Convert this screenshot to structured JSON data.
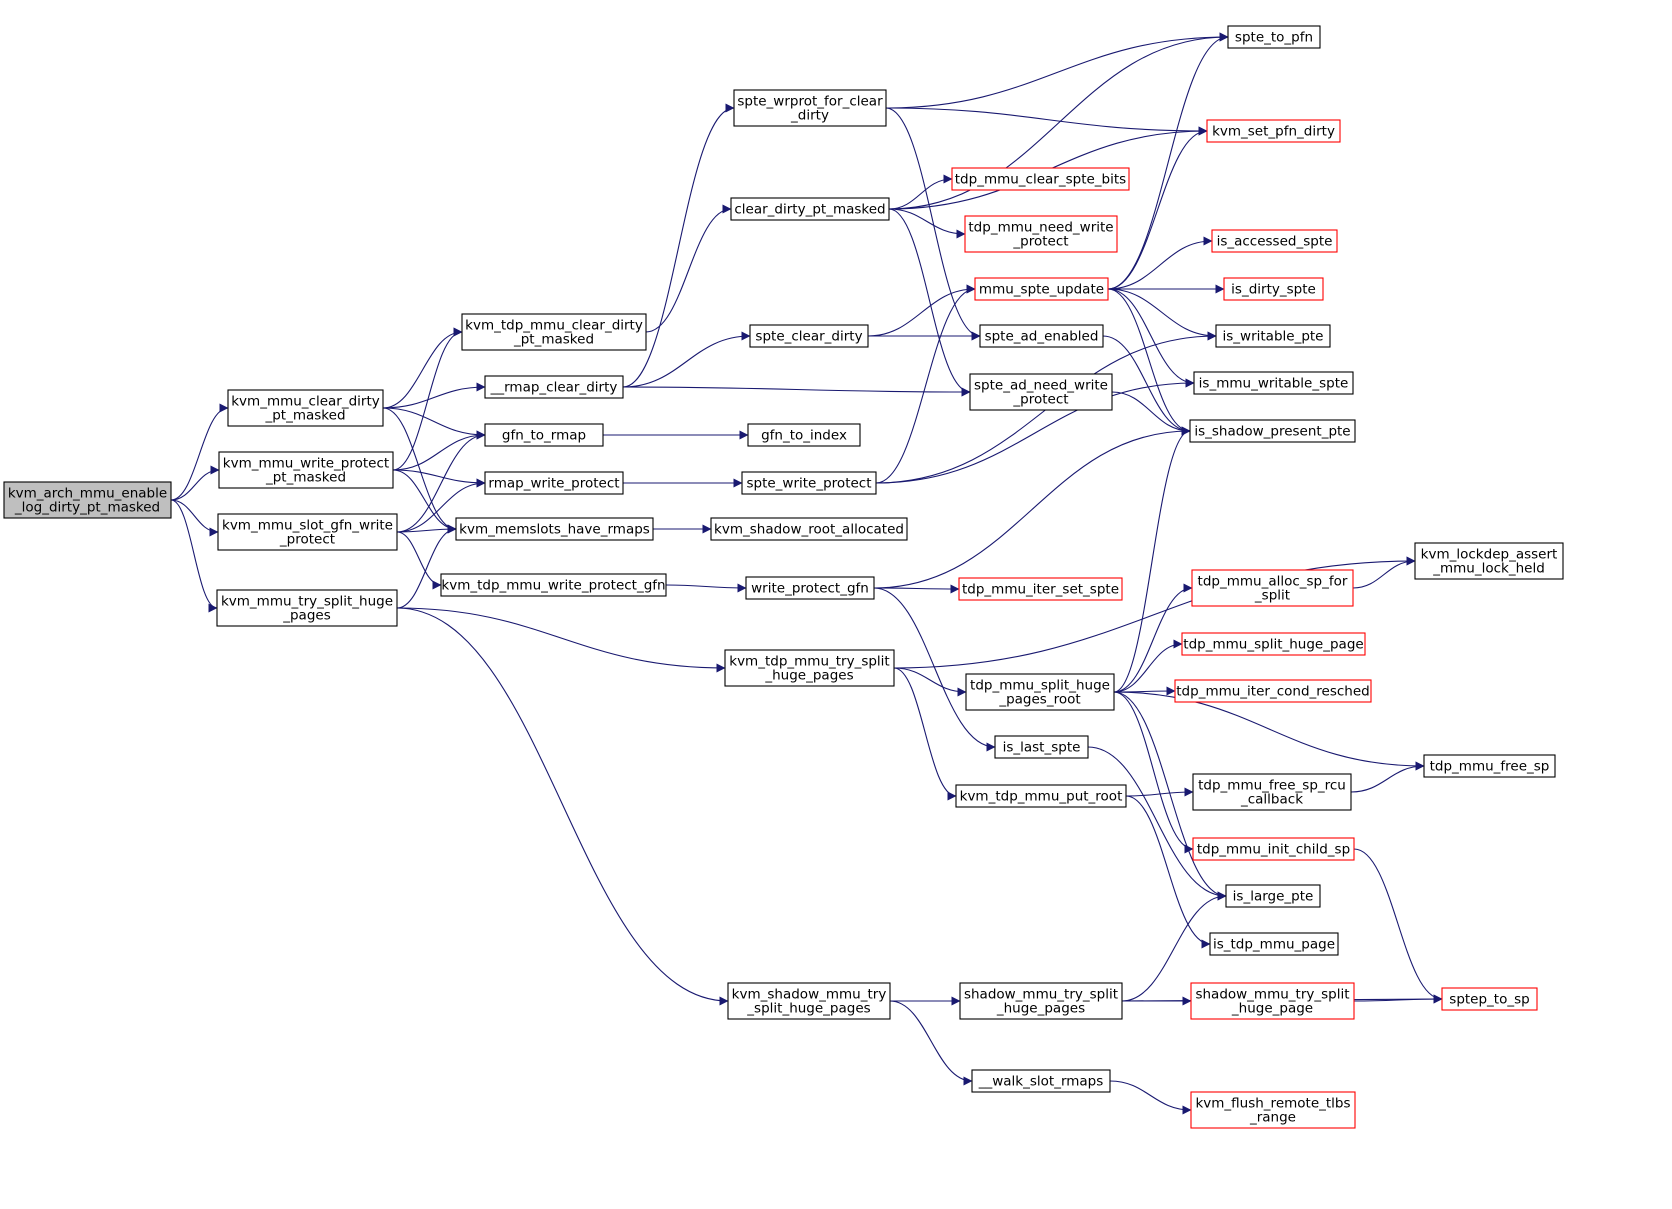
{
  "colors": {
    "edge": "#191970",
    "arrowhead": "#191970",
    "node_border": "#000000",
    "node_border_truncated": "#ff0000",
    "node_fill": "#ffffff",
    "root_fill": "#bfbfbf"
  },
  "root": "kvm_arch_mmu_enable_log_dirty_pt_masked",
  "nodes": [
    {
      "id": "root",
      "lines": [
        "kvm_arch_mmu_enable",
        "_log_dirty_pt_masked"
      ],
      "style": "root"
    },
    {
      "id": "clear_dirty",
      "lines": [
        "kvm_mmu_clear_dirty",
        "_pt_masked"
      ],
      "style": "normal"
    },
    {
      "id": "write_protect",
      "lines": [
        "kvm_mmu_write_protect",
        "_pt_masked"
      ],
      "style": "normal"
    },
    {
      "id": "slot_gfn",
      "lines": [
        "kvm_mmu_slot_gfn_write",
        "_protect"
      ],
      "style": "normal"
    },
    {
      "id": "try_split",
      "lines": [
        "kvm_mmu_try_split_huge",
        "_pages"
      ],
      "style": "normal"
    },
    {
      "id": "tdp_clear_dirty",
      "lines": [
        "kvm_tdp_mmu_clear_dirty",
        "_pt_masked"
      ],
      "style": "normal"
    },
    {
      "id": "rmap_clear_dirty",
      "lines": [
        "__rmap_clear_dirty"
      ],
      "style": "normal"
    },
    {
      "id": "gfn_to_rmap",
      "lines": [
        "gfn_to_rmap"
      ],
      "style": "normal"
    },
    {
      "id": "rmap_write_protect",
      "lines": [
        "rmap_write_protect"
      ],
      "style": "normal"
    },
    {
      "id": "memslots_rmaps",
      "lines": [
        "kvm_memslots_have_rmaps"
      ],
      "style": "normal"
    },
    {
      "id": "tdp_wp_gfn",
      "lines": [
        "kvm_tdp_mmu_write_protect_gfn"
      ],
      "style": "normal"
    },
    {
      "id": "spte_wrprot",
      "lines": [
        "spte_wrprot_for_clear",
        "_dirty"
      ],
      "style": "normal"
    },
    {
      "id": "clear_dirty_pt",
      "lines": [
        "clear_dirty_pt_masked"
      ],
      "style": "normal"
    },
    {
      "id": "spte_clear_dirty",
      "lines": [
        "spte_clear_dirty"
      ],
      "style": "normal"
    },
    {
      "id": "gfn_to_index",
      "lines": [
        "gfn_to_index"
      ],
      "style": "normal"
    },
    {
      "id": "spte_write_protect",
      "lines": [
        "spte_write_protect"
      ],
      "style": "normal"
    },
    {
      "id": "shadow_root_alloc",
      "lines": [
        "kvm_shadow_root_allocated"
      ],
      "style": "normal"
    },
    {
      "id": "write_protect_gfn",
      "lines": [
        "write_protect_gfn"
      ],
      "style": "normal"
    },
    {
      "id": "tdp_try_split",
      "lines": [
        "kvm_tdp_mmu_try_split",
        "_huge_pages"
      ],
      "style": "normal"
    },
    {
      "id": "shadow_try_split",
      "lines": [
        "kvm_shadow_mmu_try",
        "_split_huge_pages"
      ],
      "style": "normal"
    },
    {
      "id": "clear_spte_bits",
      "lines": [
        "tdp_mmu_clear_spte_bits"
      ],
      "style": "truncated"
    },
    {
      "id": "need_write_protect",
      "lines": [
        "tdp_mmu_need_write",
        "_protect"
      ],
      "style": "truncated"
    },
    {
      "id": "mmu_spte_update",
      "lines": [
        "mmu_spte_update"
      ],
      "style": "truncated"
    },
    {
      "id": "spte_ad_enabled",
      "lines": [
        "spte_ad_enabled"
      ],
      "style": "normal"
    },
    {
      "id": "spte_ad_need_wp",
      "lines": [
        "spte_ad_need_write",
        "_protect"
      ],
      "style": "normal"
    },
    {
      "id": "iter_set_spte",
      "lines": [
        "tdp_mmu_iter_set_spte"
      ],
      "style": "truncated"
    },
    {
      "id": "split_root",
      "lines": [
        "tdp_mmu_split_huge",
        "_pages_root"
      ],
      "style": "normal"
    },
    {
      "id": "is_last_spte",
      "lines": [
        "is_last_spte"
      ],
      "style": "normal"
    },
    {
      "id": "put_root",
      "lines": [
        "kvm_tdp_mmu_put_root"
      ],
      "style": "normal"
    },
    {
      "id": "shadow_mmu_try_split",
      "lines": [
        "shadow_mmu_try_split",
        "_huge_pages"
      ],
      "style": "normal"
    },
    {
      "id": "walk_slot_rmaps",
      "lines": [
        "__walk_slot_rmaps"
      ],
      "style": "normal"
    },
    {
      "id": "spte_to_pfn",
      "lines": [
        "spte_to_pfn"
      ],
      "style": "normal"
    },
    {
      "id": "set_pfn_dirty",
      "lines": [
        "kvm_set_pfn_dirty"
      ],
      "style": "truncated"
    },
    {
      "id": "is_accessed_spte",
      "lines": [
        "is_accessed_spte"
      ],
      "style": "truncated"
    },
    {
      "id": "is_dirty_spte",
      "lines": [
        "is_dirty_spte"
      ],
      "style": "truncated"
    },
    {
      "id": "is_writable_pte",
      "lines": [
        "is_writable_pte"
      ],
      "style": "normal"
    },
    {
      "id": "is_mmu_writable",
      "lines": [
        "is_mmu_writable_spte"
      ],
      "style": "normal"
    },
    {
      "id": "is_shadow_present",
      "lines": [
        "is_shadow_present_pte"
      ],
      "style": "normal"
    },
    {
      "id": "alloc_sp",
      "lines": [
        "tdp_mmu_alloc_sp_for",
        "_split"
      ],
      "style": "truncated"
    },
    {
      "id": "split_huge_page",
      "lines": [
        "tdp_mmu_split_huge_page"
      ],
      "style": "truncated"
    },
    {
      "id": "iter_cond_resched",
      "lines": [
        "tdp_mmu_iter_cond_resched"
      ],
      "style": "truncated"
    },
    {
      "id": "free_sp_rcu",
      "lines": [
        "tdp_mmu_free_sp_rcu",
        "_callback"
      ],
      "style": "normal"
    },
    {
      "id": "init_child_sp",
      "lines": [
        "tdp_mmu_init_child_sp"
      ],
      "style": "truncated"
    },
    {
      "id": "is_large_pte",
      "lines": [
        "is_large_pte"
      ],
      "style": "normal"
    },
    {
      "id": "is_tdp_mmu_page",
      "lines": [
        "is_tdp_mmu_page"
      ],
      "style": "normal"
    },
    {
      "id": "shadow_split_page",
      "lines": [
        "shadow_mmu_try_split",
        "_huge_page"
      ],
      "style": "truncated"
    },
    {
      "id": "flush_tlbs",
      "lines": [
        "kvm_flush_remote_tlbs",
        "_range"
      ],
      "style": "truncated"
    },
    {
      "id": "lockdep",
      "lines": [
        "kvm_lockdep_assert",
        "_mmu_lock_held"
      ],
      "style": "normal"
    },
    {
      "id": "free_sp",
      "lines": [
        "tdp_mmu_free_sp"
      ],
      "style": "normal"
    },
    {
      "id": "sptep_to_sp",
      "lines": [
        "sptep_to_sp"
      ],
      "style": "truncated"
    }
  ],
  "edges": [
    [
      "root",
      "clear_dirty"
    ],
    [
      "root",
      "write_protect"
    ],
    [
      "root",
      "slot_gfn"
    ],
    [
      "root",
      "try_split"
    ],
    [
      "clear_dirty",
      "tdp_clear_dirty"
    ],
    [
      "clear_dirty",
      "rmap_clear_dirty"
    ],
    [
      "clear_dirty",
      "gfn_to_rmap"
    ],
    [
      "clear_dirty",
      "memslots_rmaps"
    ],
    [
      "write_protect",
      "tdp_clear_dirty"
    ],
    [
      "write_protect",
      "gfn_to_rmap"
    ],
    [
      "write_protect",
      "rmap_write_protect"
    ],
    [
      "write_protect",
      "memslots_rmaps"
    ],
    [
      "slot_gfn",
      "gfn_to_rmap"
    ],
    [
      "slot_gfn",
      "rmap_write_protect"
    ],
    [
      "slot_gfn",
      "memslots_rmaps"
    ],
    [
      "slot_gfn",
      "tdp_wp_gfn"
    ],
    [
      "try_split",
      "memslots_rmaps"
    ],
    [
      "try_split",
      "tdp_try_split"
    ],
    [
      "try_split",
      "shadow_try_split"
    ],
    [
      "tdp_clear_dirty",
      "clear_dirty_pt"
    ],
    [
      "rmap_clear_dirty",
      "spte_wrprot"
    ],
    [
      "rmap_clear_dirty",
      "spte_clear_dirty"
    ],
    [
      "rmap_clear_dirty",
      "spte_ad_need_wp"
    ],
    [
      "gfn_to_rmap",
      "gfn_to_index"
    ],
    [
      "rmap_write_protect",
      "spte_write_protect"
    ],
    [
      "memslots_rmaps",
      "shadow_root_alloc"
    ],
    [
      "tdp_wp_gfn",
      "write_protect_gfn"
    ],
    [
      "spte_wrprot",
      "spte_to_pfn"
    ],
    [
      "spte_wrprot",
      "set_pfn_dirty"
    ],
    [
      "spte_wrprot",
      "spte_ad_enabled"
    ],
    [
      "clear_dirty_pt",
      "spte_to_pfn"
    ],
    [
      "clear_dirty_pt",
      "set_pfn_dirty"
    ],
    [
      "clear_dirty_pt",
      "clear_spte_bits"
    ],
    [
      "clear_dirty_pt",
      "need_write_protect"
    ],
    [
      "clear_dirty_pt",
      "spte_ad_need_wp"
    ],
    [
      "spte_clear_dirty",
      "mmu_spte_update"
    ],
    [
      "spte_clear_dirty",
      "spte_ad_enabled"
    ],
    [
      "spte_write_protect",
      "mmu_spte_update"
    ],
    [
      "spte_write_protect",
      "is_writable_pte"
    ],
    [
      "spte_write_protect",
      "is_mmu_writable"
    ],
    [
      "write_protect_gfn",
      "is_shadow_present"
    ],
    [
      "write_protect_gfn",
      "iter_set_spte"
    ],
    [
      "write_protect_gfn",
      "is_last_spte"
    ],
    [
      "tdp_try_split",
      "lockdep"
    ],
    [
      "tdp_try_split",
      "split_root"
    ],
    [
      "tdp_try_split",
      "put_root"
    ],
    [
      "shadow_try_split",
      "shadow_mmu_try_split"
    ],
    [
      "shadow_try_split",
      "walk_slot_rmaps"
    ],
    [
      "mmu_spte_update",
      "spte_to_pfn"
    ],
    [
      "mmu_spte_update",
      "set_pfn_dirty"
    ],
    [
      "mmu_spte_update",
      "is_accessed_spte"
    ],
    [
      "mmu_spte_update",
      "is_dirty_spte"
    ],
    [
      "mmu_spte_update",
      "is_writable_pte"
    ],
    [
      "mmu_spte_update",
      "is_mmu_writable"
    ],
    [
      "mmu_spte_update",
      "is_shadow_present"
    ],
    [
      "spte_ad_enabled",
      "is_shadow_present"
    ],
    [
      "spte_ad_need_wp",
      "is_shadow_present"
    ],
    [
      "split_root",
      "is_shadow_present"
    ],
    [
      "split_root",
      "alloc_sp"
    ],
    [
      "split_root",
      "split_huge_page"
    ],
    [
      "split_root",
      "iter_cond_resched"
    ],
    [
      "split_root",
      "free_sp"
    ],
    [
      "split_root",
      "init_child_sp"
    ],
    [
      "split_root",
      "is_large_pte"
    ],
    [
      "is_last_spte",
      "is_large_pte"
    ],
    [
      "put_root",
      "free_sp_rcu"
    ],
    [
      "put_root",
      "is_tdp_mmu_page"
    ],
    [
      "shadow_mmu_try_split",
      "is_large_pte"
    ],
    [
      "shadow_mmu_try_split",
      "shadow_split_page"
    ],
    [
      "shadow_mmu_try_split",
      "sptep_to_sp"
    ],
    [
      "walk_slot_rmaps",
      "flush_tlbs"
    ],
    [
      "alloc_sp",
      "lockdep"
    ],
    [
      "free_sp_rcu",
      "free_sp"
    ],
    [
      "init_child_sp",
      "sptep_to_sp"
    ],
    [
      "shadow_split_page",
      "sptep_to_sp"
    ]
  ]
}
